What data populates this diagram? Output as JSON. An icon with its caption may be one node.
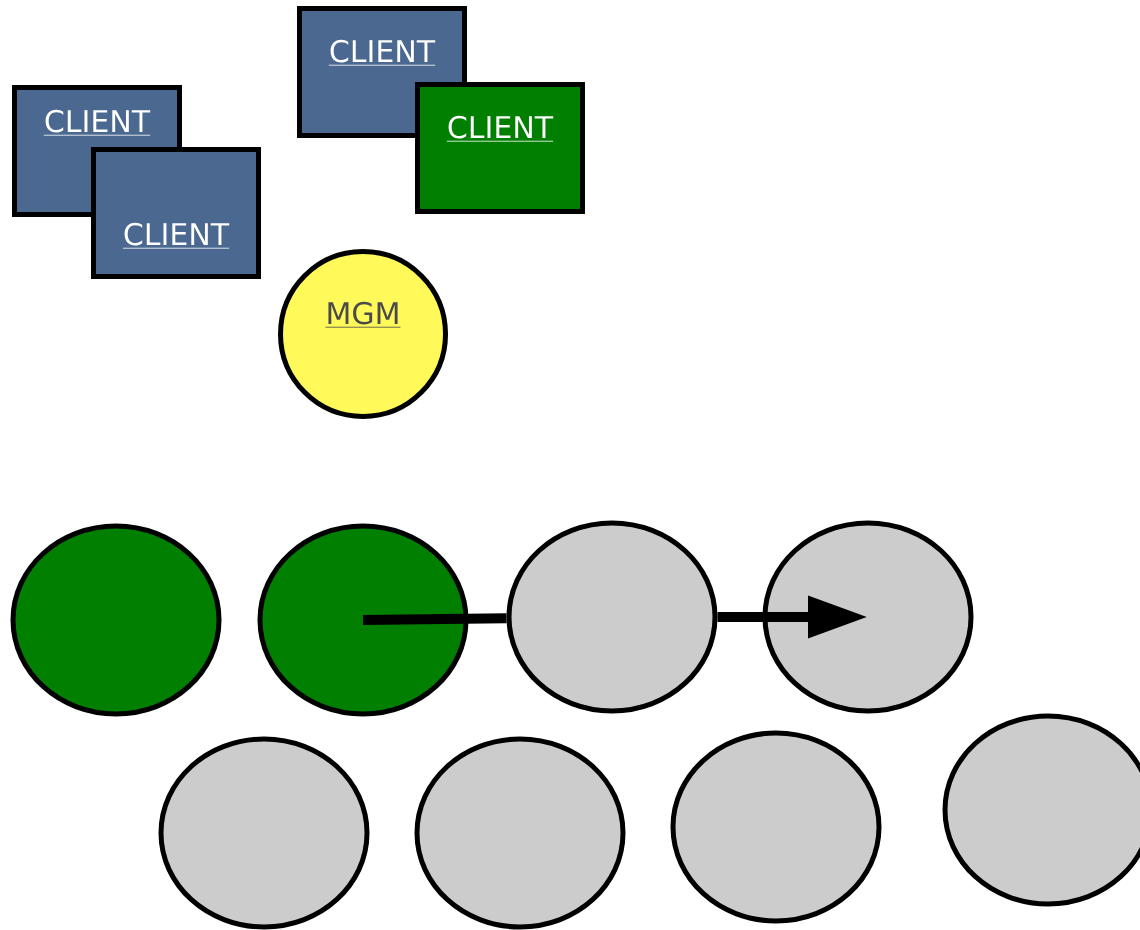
{
  "diagram": {
    "nodes": [
      {
        "text": [
          "CLIENT"
        ]
      },
      {
        "text": [
          "CLIENT"
        ]
      },
      {
        "text": [
          "CLIENT"
        ]
      },
      {
        "text": [
          "CLIENT"
        ]
      },
      {
        "text": [
          "MGM"
        ]
      },
      {
        "text": [],
        "shape": "ellipse"
      },
      {
        "text": [],
        "shape": "ellipse"
      },
      {
        "text": [],
        "shape": "ellipse"
      },
      {
        "text": [],
        "shape": "ellipse"
      },
      {
        "text": [],
        "shape": "ellipse"
      },
      {
        "text": [],
        "shape": "ellipse"
      },
      {
        "text": [],
        "shape": "ellipse"
      },
      {
        "text": [],
        "shape": "ellipse"
      }
    ],
    "edges": [
      {
        "from": 6,
        "to": 7,
        "arrow": "none"
      },
      {
        "from": 7,
        "to": 8,
        "arrow": "to"
      }
    ]
  }
}
